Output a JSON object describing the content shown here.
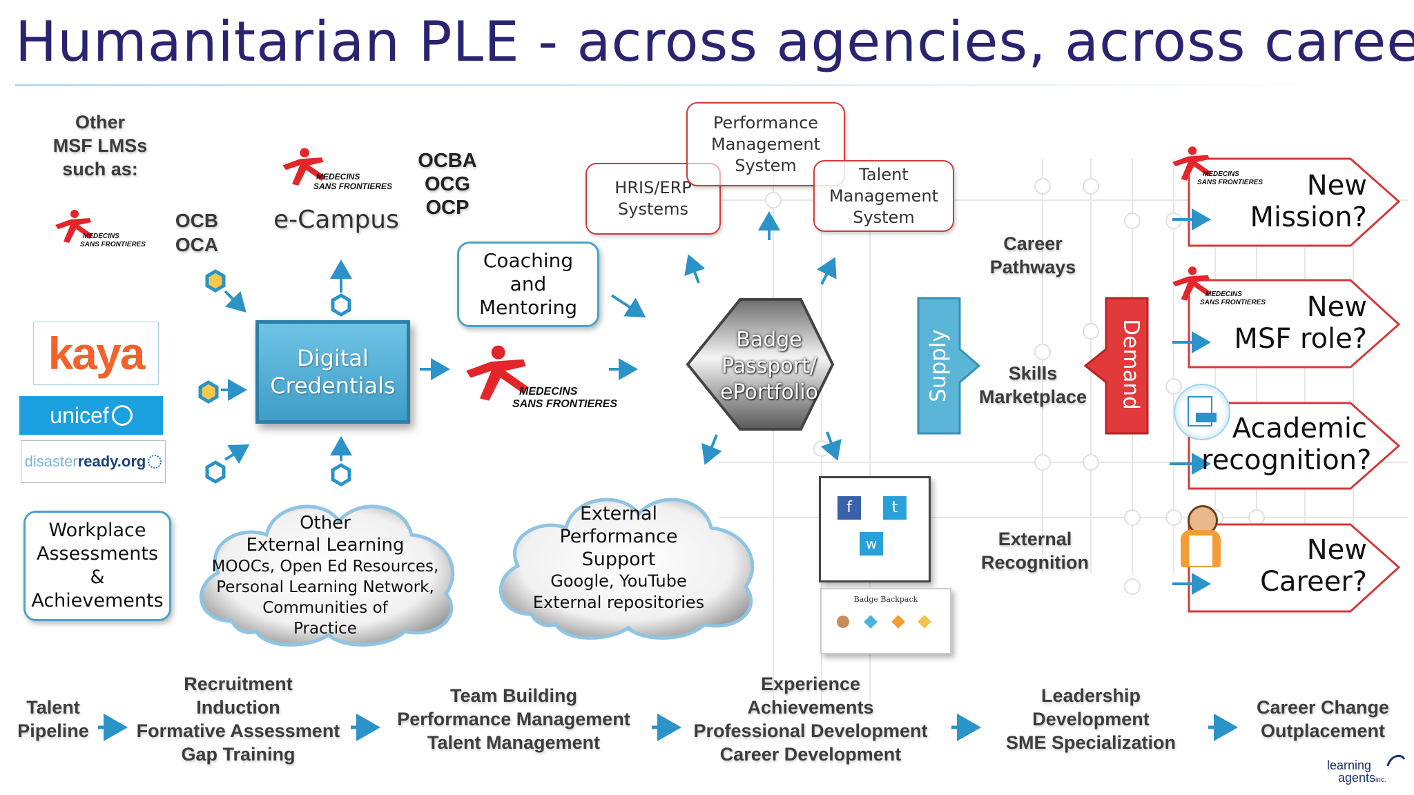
{
  "title": "Humanitarian PLE - across agencies, across careers",
  "left": {
    "other_lms": [
      "Other",
      "MSF LMSs",
      "such as:"
    ],
    "msf_logo_line1": "MEDECINS",
    "msf_logo_line2": "SANS FRONTIERES",
    "ocb_oca": [
      "OCB",
      "OCA"
    ],
    "ecampus": "e-Campus",
    "ocba_ocg_ocp": [
      "OCBA",
      "OCG",
      "OCP"
    ],
    "kaya": "kaya",
    "unicef": "unicef",
    "disaster_ready_a": "disaster",
    "disaster_ready_b": "ready.org",
    "workplace": [
      "Workplace",
      "Assessments",
      "&",
      "Achievements"
    ]
  },
  "digital_credentials": [
    "Digital",
    "Credentials"
  ],
  "coaching": [
    "Coaching",
    "and",
    "Mentoring"
  ],
  "other_external": {
    "heading": [
      "Other",
      "External Learning"
    ],
    "body": [
      "MOOCs, Open Ed Resources,",
      "Personal Learning Network,",
      "Communities of",
      "Practice"
    ]
  },
  "external_perf": {
    "heading": [
      "External",
      "Performance",
      "Support"
    ],
    "body": [
      "Google, YouTube",
      "External repositories"
    ]
  },
  "badge_passport": [
    "Badge",
    "Passport/",
    "ePortfolio"
  ],
  "top_systems": {
    "hris": [
      "HRIS/ERP",
      "Systems"
    ],
    "performance": [
      "Performance",
      "Management",
      "System"
    ],
    "talent": [
      "Talent",
      "Management",
      "System"
    ]
  },
  "social": {
    "f": "f",
    "t": "t",
    "w": "w",
    "backpack": "Badge Backpack"
  },
  "market": {
    "career_pathways": [
      "Career",
      "Pathways"
    ],
    "skills_marketplace": [
      "Skills",
      "Marketplace"
    ],
    "external_recognition": [
      "External",
      "Recognition"
    ],
    "supply": "Supply",
    "demand": "Demand"
  },
  "destinations": {
    "new_mission": [
      "New",
      "Mission?"
    ],
    "new_role": [
      "New",
      "MSF role?"
    ],
    "academic": [
      "Academic",
      "recognition?"
    ],
    "new_career": [
      "New",
      "Career?"
    ]
  },
  "pipeline": {
    "talent": [
      "Talent",
      "Pipeline"
    ],
    "recruitment": [
      "Recruitment",
      "Induction",
      "Formative Assessment",
      "Gap Training"
    ],
    "team": [
      "Team Building",
      "Performance Management",
      "Talent Management"
    ],
    "experience": [
      "Experience",
      "Achievements",
      "Professional Development",
      "Career Development"
    ],
    "leadership": [
      "Leadership",
      "Development",
      "SME Specialization"
    ],
    "career_change": [
      "Career Change",
      "Outplacement"
    ]
  },
  "footer_logo": [
    "learning",
    "agents",
    "inc."
  ],
  "colors": {
    "title": "#2a2470",
    "accent_blue": "#2b93c8",
    "msf_red": "#e3262a",
    "red_box": "#d23a3a",
    "supply": "#5bb5d6",
    "demand": "#e23a3a"
  }
}
